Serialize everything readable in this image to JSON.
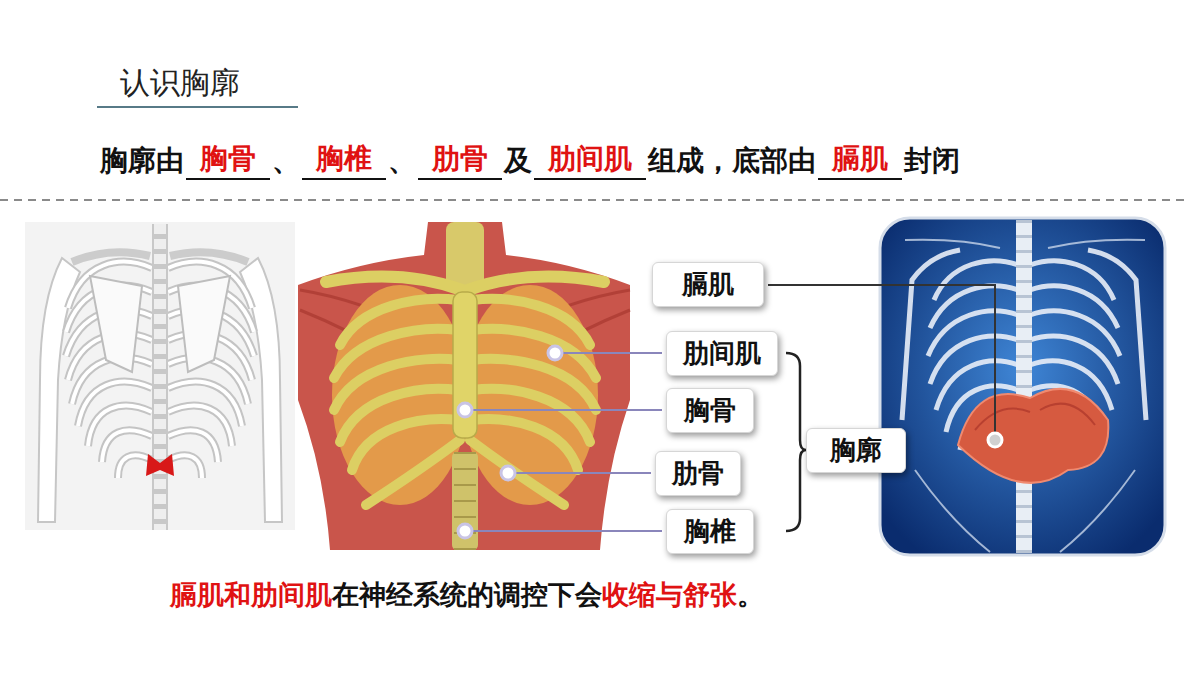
{
  "diagram": {
    "title": "认识胸廓",
    "nodes": [
      {
        "text": [
          "膈肌"
        ]
      },
      {
        "text": [
          "肋间肌"
        ]
      },
      {
        "text": [
          "胸骨"
        ]
      },
      {
        "text": [
          "肋骨"
        ]
      },
      {
        "text": [
          "胸椎"
        ]
      },
      {
        "text": [
          "胸廓"
        ]
      }
    ],
    "labels": [
      "胸廓由",
      "胸骨",
      "、",
      "胸椎",
      "、",
      "肋骨",
      "及",
      "肋间肌",
      "组成，底部由",
      "膈肌",
      "封闭",
      "膈肌和肋间肌",
      "在神经系统的调控下会",
      "收缩与舒张",
      "。"
    ]
  }
}
